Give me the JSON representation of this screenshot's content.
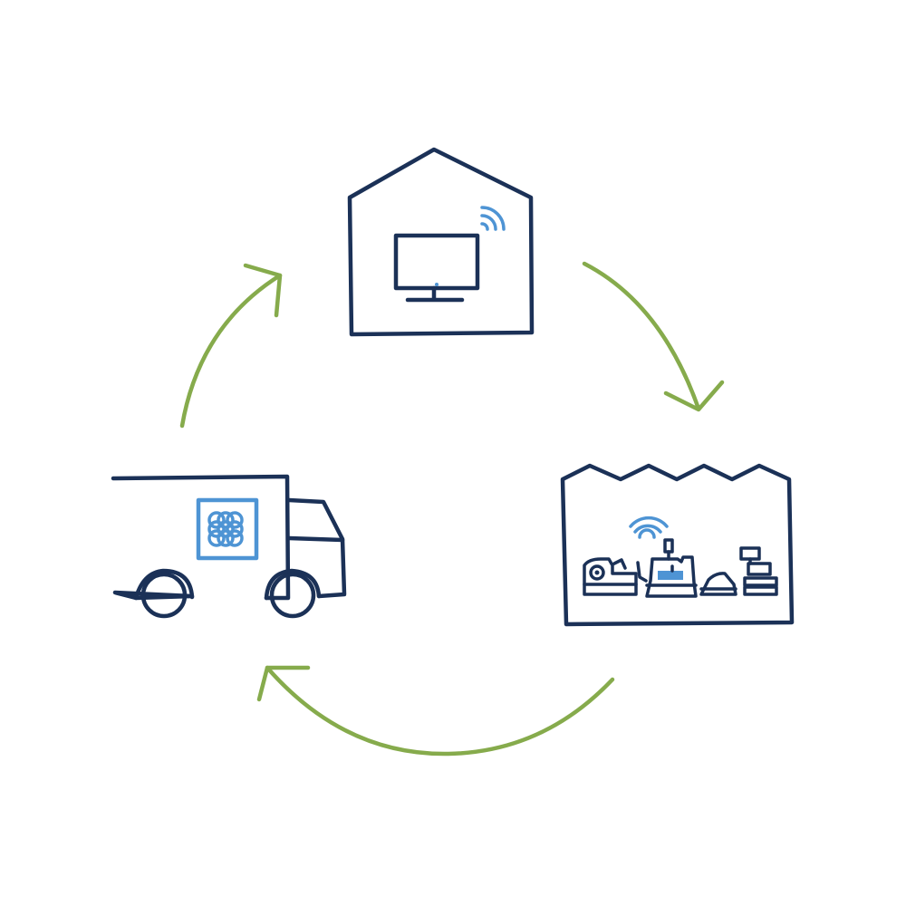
{
  "colors": {
    "background": "#ffffff",
    "outline": "#1b3157",
    "accent_blue": "#4e94d4",
    "arrow_green": "#86ab4c"
  },
  "nodes": [
    {
      "id": "home",
      "icon": "house-with-monitor-icon",
      "wireless": "wifi-signal-icon"
    },
    {
      "id": "factory",
      "icon": "factory-with-machines-icon",
      "wireless": "wifi-signal-icon"
    },
    {
      "id": "delivery",
      "icon": "delivery-truck-icon",
      "cargo": "stacked-discs-logo-icon"
    }
  ],
  "flow": [
    {
      "from": "home",
      "to": "factory"
    },
    {
      "from": "factory",
      "to": "delivery"
    },
    {
      "from": "delivery",
      "to": "home"
    }
  ]
}
